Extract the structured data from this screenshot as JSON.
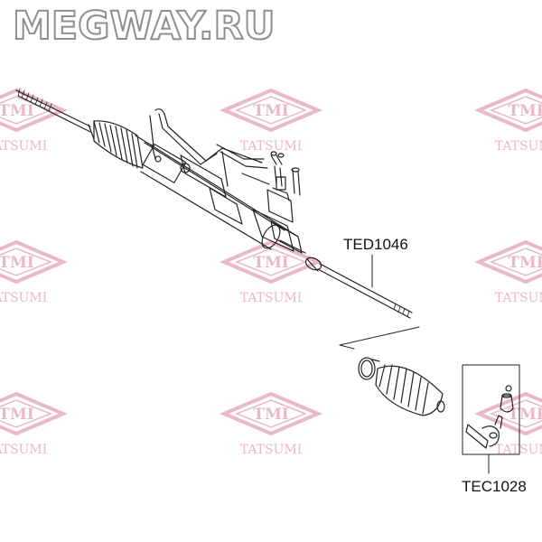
{
  "site": {
    "logo_text": "MEGWAY.RU"
  },
  "watermark": {
    "brand_mark": "TMI",
    "brand_name": "TATSUMI",
    "color": "#e9b9c7"
  },
  "parts": [
    {
      "part_number": "TED1046",
      "component": "inner-tie-rod"
    },
    {
      "part_number": "TEC1028",
      "component": "tie-rod-end"
    }
  ],
  "colors": {
    "line_art": "#222222",
    "background": "#ffffff",
    "logo_outline": "#8f8f8f"
  }
}
